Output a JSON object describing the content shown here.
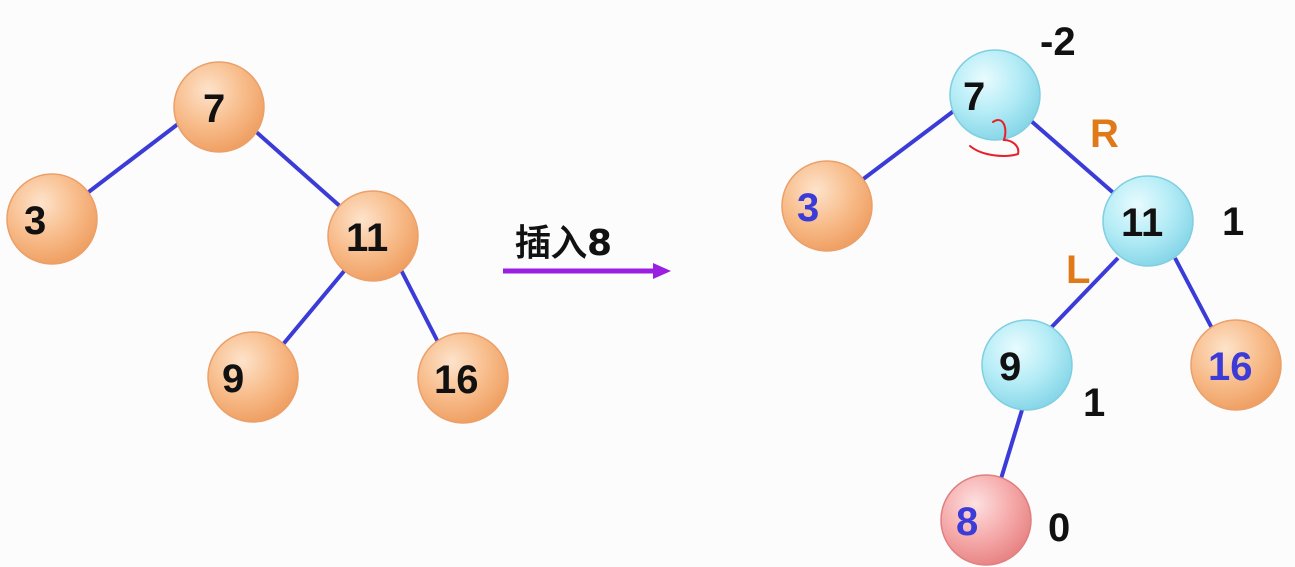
{
  "arrow_label": "插入8",
  "left_tree": {
    "nodes": [
      "7",
      "3",
      "11",
      "9",
      "16"
    ]
  },
  "right_tree": {
    "nodes": [
      "7",
      "3",
      "11",
      "9",
      "16",
      "8"
    ],
    "balance_factors": {
      "node_7": "-2",
      "node_11": "1",
      "node_9": "1",
      "node_8": "0"
    },
    "rotation_labels": {
      "r": "R",
      "l": "L"
    }
  },
  "colors": {
    "edge": "#3b3bd8",
    "orange_node": "#f7b781",
    "blue_node": "#b3ecf6",
    "pink_node": "#f4a3a3",
    "blue_text": "#3b3bd8",
    "rotation_text": "#e07a18",
    "arrow": "#9a1fe0",
    "annotation": "#e8202a"
  }
}
